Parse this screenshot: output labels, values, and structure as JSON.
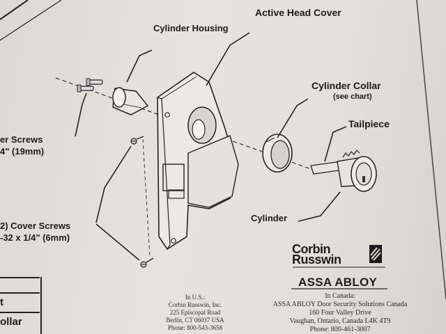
{
  "labels": {
    "cylinder_housing": "Cylinder Housing",
    "active_head_cover": "Active Head Cover",
    "cylinder_collar": "Cylinder Collar",
    "see_chart": "(see chart)",
    "tailpiece": "Tailpiece",
    "cylinder": "Cylinder",
    "housing_screws_line1": "er Screws",
    "housing_screws_line2": "4\" (19mm)",
    "cover_screws_line1": "2) Cover Screws",
    "cover_screws_line2": "-32 x 1/4\" (6mm)"
  },
  "table": {
    "row1": "t",
    "row2": "ollar"
  },
  "brand": {
    "name_line1": "Corbin",
    "name_line2": "Russwin",
    "parent": "ASSA ABLOY"
  },
  "address_us": {
    "line1": "In U.S.:",
    "line2": "Corbin Russwin, Inc.",
    "line3": "225 Episcopal Road",
    "line4": "Berlin, CT 06037  USA",
    "line5": "Phone: 800-543-3658"
  },
  "address_ca": {
    "line1": "In Canada:",
    "line2": "ASSA ABLOY Door Security Solutions Canada",
    "line3": "160 Four Valley Drive",
    "line4": "Vaughan, Ontario, Canada L4K 4T9",
    "line5": "Phone: 800-461-3007"
  },
  "colors": {
    "paper": "#e3e0d9",
    "ink": "#1b1b1b"
  }
}
